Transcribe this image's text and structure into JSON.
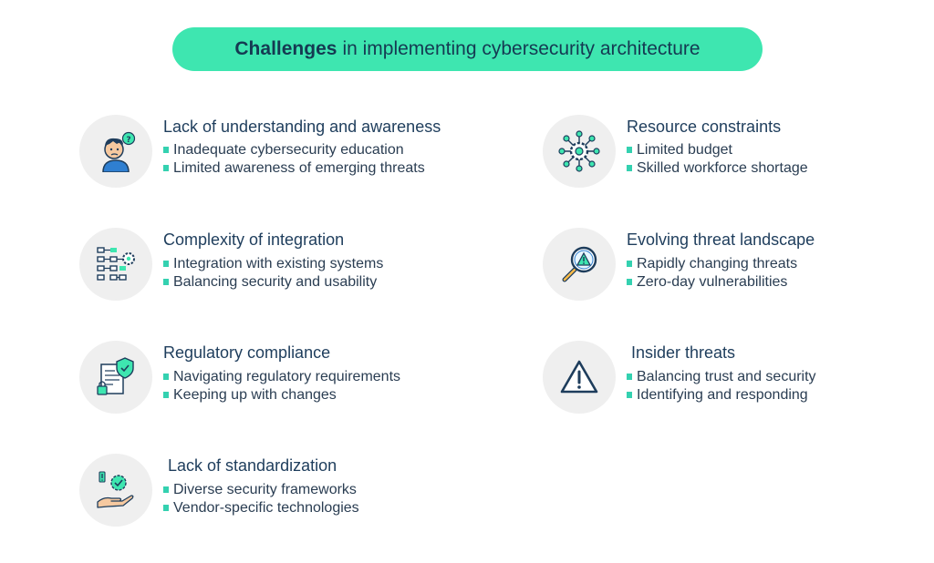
{
  "header": {
    "title_bold": "Challenges",
    "title_rest": "in implementing cybersecurity architecture"
  },
  "colors": {
    "accent": "#3ee6b0",
    "bullet": "#34d1b0",
    "text": "#1e3d5c",
    "icon_bg": "#efefef"
  },
  "challenges": [
    {
      "icon": "confused-person-icon",
      "title": "Lack of understanding and awareness",
      "bullets": [
        "Inadequate cybersecurity education",
        "Limited awareness of emerging threats"
      ]
    },
    {
      "icon": "network-gear-icon",
      "title": "Resource constraints",
      "bullets": [
        "Limited budget",
        "Skilled workforce shortage"
      ]
    },
    {
      "icon": "integration-flowchart-icon",
      "title": "Complexity of integration",
      "bullets": [
        "Integration with existing systems",
        "Balancing security and usability"
      ]
    },
    {
      "icon": "magnifier-warning-icon",
      "title": "Evolving threat landscape",
      "bullets": [
        "Rapidly changing threats",
        "Zero-day vulnerabilities"
      ]
    },
    {
      "icon": "compliance-document-icon",
      "title": "Regulatory compliance",
      "bullets": [
        "Navigating regulatory requirements",
        "Keeping up with changes"
      ]
    },
    {
      "icon": "warning-triangle-icon",
      "title": "Insider threats",
      "bullets": [
        "Balancing trust and security",
        "Identifying and responding"
      ]
    },
    {
      "icon": "hand-badge-icon",
      "title": "Lack of standardization",
      "bullets": [
        "Diverse security frameworks",
        "Vendor-specific technologies"
      ]
    }
  ]
}
